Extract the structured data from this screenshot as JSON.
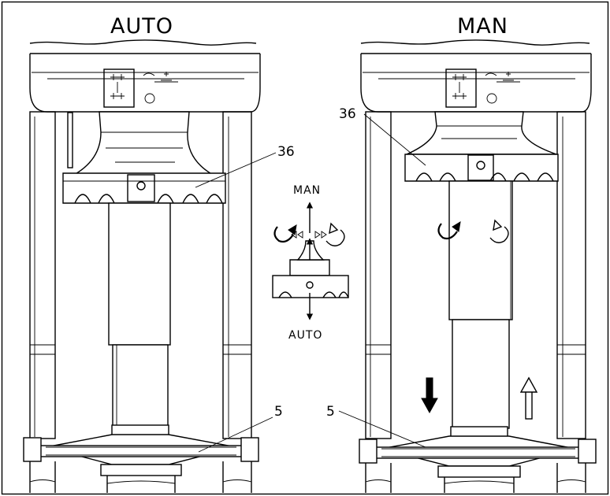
{
  "labels": {
    "left_title": "AUTO",
    "right_title": "MAN",
    "mode_man": "MAN",
    "mode_auto": "AUTO",
    "callout_36_left": "36",
    "callout_36_right": "36",
    "callout_5_left": "5",
    "callout_5_right": "5"
  },
  "colors": {
    "line": "#000000",
    "background": "#ffffff"
  }
}
